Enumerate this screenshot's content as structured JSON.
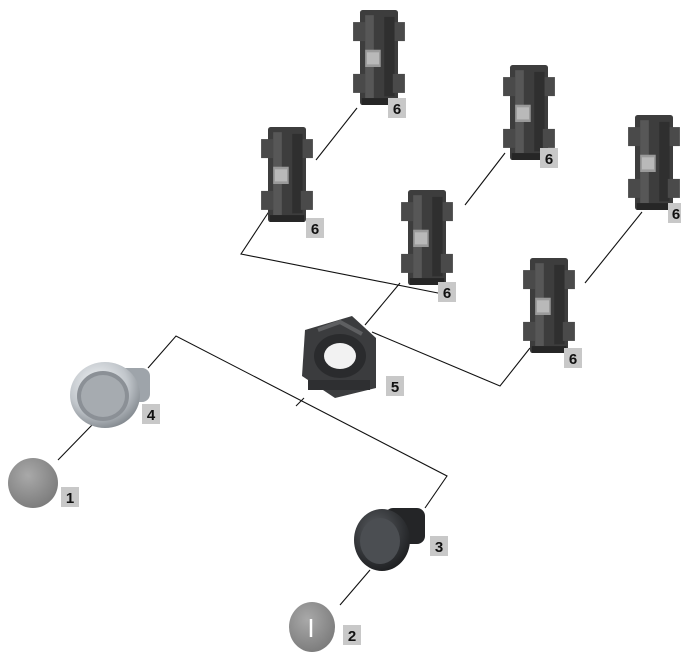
{
  "labels": {
    "lens_flat": "1",
    "lens_symbol": "2",
    "pushbutton_black": "3",
    "pushbutton_chrome": "4",
    "mounting_adapter": "5",
    "contact_block": "6"
  },
  "lens_symbol_glyph": "I",
  "colors": {
    "block_dark": "#3d3d3d",
    "block_mid": "#5a5a5a",
    "lens_grey": "#8c8c8c",
    "chrome": "#d4d8dc",
    "button_black": "#2e3033",
    "label_box": "#c8c8c8"
  },
  "icons": [
    "contact-block-icon",
    "mounting-adapter-icon",
    "pushbutton-icon",
    "lens-cap-icon"
  ]
}
